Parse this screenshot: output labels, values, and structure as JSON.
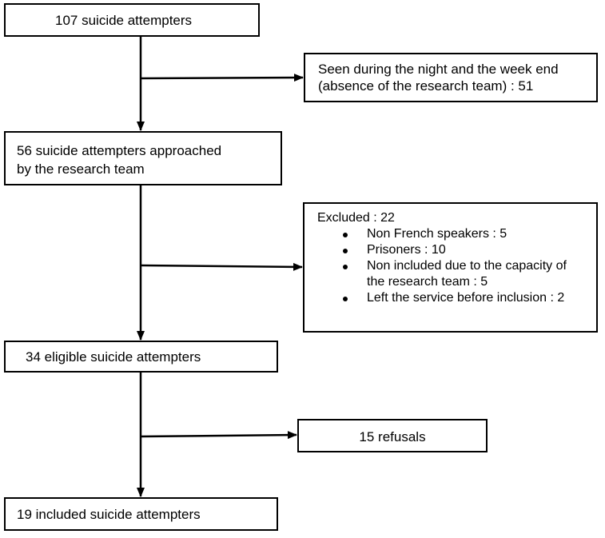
{
  "boxes": {
    "start": "107 suicide attempters",
    "night_line1": "Seen during the night and the week end",
    "night_line2": "(absence of the research team) : 51",
    "approached_line1": "56 suicide attempters approached",
    "approached_line2": "by the research team",
    "excluded_title": "Excluded : 22",
    "excluded_items": [
      "Non French speakers : 5",
      "Prisoners : 10",
      "Non included due to the capacity of the research team : 5",
      "Left the service before inclusion : 2"
    ],
    "eligible": "34 eligible suicide attempters",
    "refusals": "15 refusals",
    "included": "19 included suicide attempters"
  },
  "colors": {
    "line": "#000000",
    "box_border": "#000000",
    "background": "#ffffff"
  }
}
